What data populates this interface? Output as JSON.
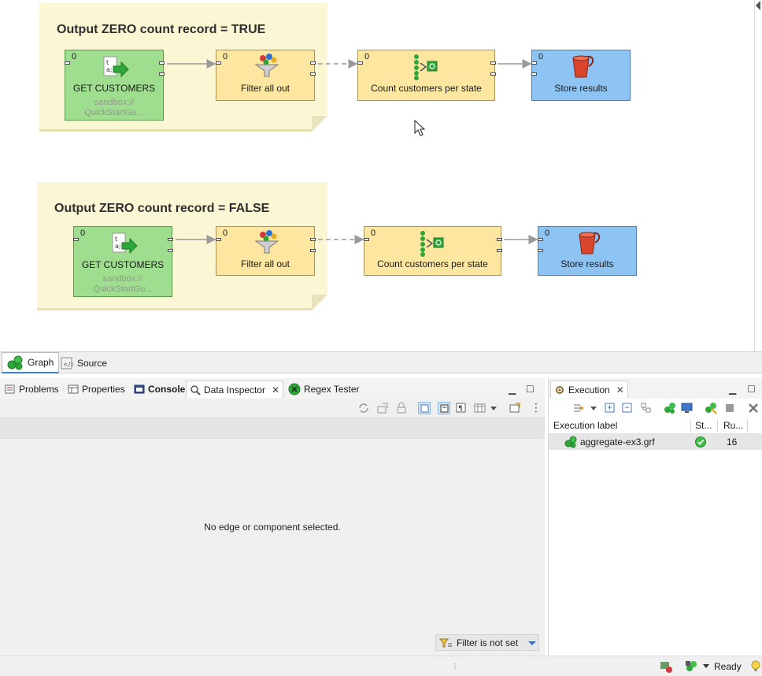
{
  "graph": {
    "rows": [
      {
        "note_title": "Output ZERO count record = TRUE",
        "components": [
          {
            "count": "0",
            "label": "GET CUSTOMERS",
            "sub1": "sandbox://",
            "sub2": "QuickStartGu..."
          },
          {
            "count": "0",
            "label": "Filter all out"
          },
          {
            "count": "0",
            "label": "Count customers per state"
          },
          {
            "count": "0",
            "label": "Store results"
          }
        ]
      },
      {
        "note_title": "Output ZERO count record = FALSE",
        "components": [
          {
            "count": "0",
            "label": "GET CUSTOMERS",
            "sub1": "sandbox://",
            "sub2": "QuickStartGu..."
          },
          {
            "count": "0",
            "label": "Filter all out"
          },
          {
            "count": "0",
            "label": "Count customers per state"
          },
          {
            "count": "0",
            "label": "Store results"
          }
        ]
      }
    ]
  },
  "editor_tabs": [
    {
      "label": "Graph",
      "icon": "graph-icon",
      "active": true
    },
    {
      "label": "Source",
      "icon": "source-icon",
      "active": false
    }
  ],
  "bottom_left": {
    "tabs": [
      {
        "label": "Problems",
        "icon": "problems-icon"
      },
      {
        "label": "Properties",
        "icon": "properties-icon"
      },
      {
        "label": "Console",
        "icon": "console-icon"
      },
      {
        "label": "Data Inspector",
        "icon": "search-icon"
      },
      {
        "label": "Regex Tester",
        "icon": "regex-icon"
      }
    ],
    "empty_message": "No edge or component selected.",
    "filter_label": "Filter is not set"
  },
  "execution": {
    "tab_label": "Execution",
    "columns": [
      "Execution label",
      "St...",
      "Ru..."
    ],
    "rows": [
      {
        "label": "aggregate-ex3.grf",
        "status": "success",
        "run": "16"
      }
    ]
  },
  "status_bar": {
    "text": "Ready"
  },
  "colors": {
    "reader": "#a0de8f",
    "transform": "#fde6a0",
    "writer": "#8ec4f4",
    "note": "#fbf6d3",
    "accent": "#3a83c9"
  }
}
